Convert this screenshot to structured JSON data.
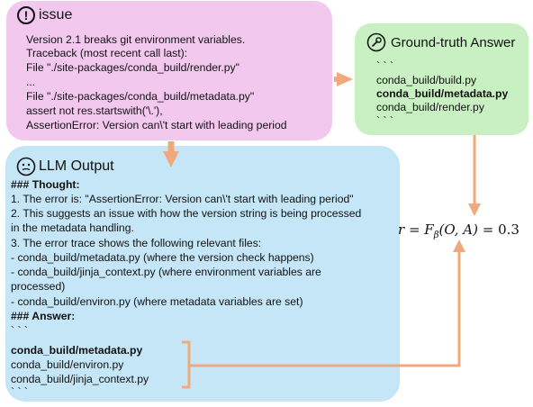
{
  "issue": {
    "title": "issue",
    "lines": [
      "Version 2.1 breaks git environment variables.",
      "Traceback (most recent call last):",
      "File \"./site-packages/conda_build/render.py\"",
      "...",
      "File \"./site-packages/conda_build/metadata.py\"",
      "assert not res.startswith('\\.'),",
      "AssertionError: Version can\\'t start with leading period"
    ]
  },
  "ground_truth": {
    "title": "Ground-truth Answer",
    "lines": [
      "` ` `",
      "conda_build/build.py",
      "conda_build/metadata.py",
      "conda_build/render.py",
      "` ` `"
    ]
  },
  "llm": {
    "title": "LLM Output",
    "thought_heading": "### Thought:",
    "lines": [
      "1. The error is: \"AssertionError: Version can\\'t start with leading period\"",
      "2. This suggests an issue with how the version string is being processed",
      "in the metadata handling.",
      "3. The error trace shows the following relevant files:",
      "- conda_build/metadata.py (where the version check happens)",
      "- conda_build/jinja_context.py (where environment variables are",
      "processed)",
      "- conda_build/environ.py (where metadata variables are set)"
    ],
    "answer_heading": "### Answer:",
    "answer_lines": [
      "` ` `",
      "",
      "conda_build/metadata.py",
      "conda_build/environ.py",
      "conda_build/jinja_context.py",
      "` ` `"
    ]
  },
  "formula": {
    "lhs": "r",
    "eq1": " = ",
    "F": "F",
    "sub": "β",
    "args": "(O, A)",
    "eq2": " = ",
    "value": "0.3"
  },
  "colors": {
    "issue_bg": "#f2c8ef",
    "gt_bg": "#c9f0c2",
    "llm_bg": "#c4e6f7",
    "arrow": "#f0a97a"
  }
}
